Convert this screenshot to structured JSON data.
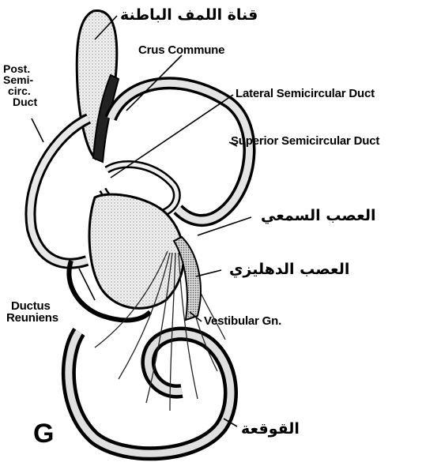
{
  "labels": {
    "endolymphatic_duct": "قناة اللمف الباطنة",
    "crus_commune": "Crus Commune",
    "post_semicirc_duct": [
      "Post.",
      "Semi-",
      "circ.",
      "Duct"
    ],
    "lateral_semicircular_duct": "Lateral Semicircular Duct",
    "superior_semicircular_duct": "Superior Semicircular Duct",
    "cochlear_nerve": "العصب السمعي",
    "vestibular_nerve": "العصب الدهليزي",
    "ductus_reuniens": [
      "Ductus",
      "Reuniens"
    ],
    "vestibular_ganglion": "Vestibular Gn.",
    "cochlea": "القوقعة",
    "panel_letter": "G"
  }
}
